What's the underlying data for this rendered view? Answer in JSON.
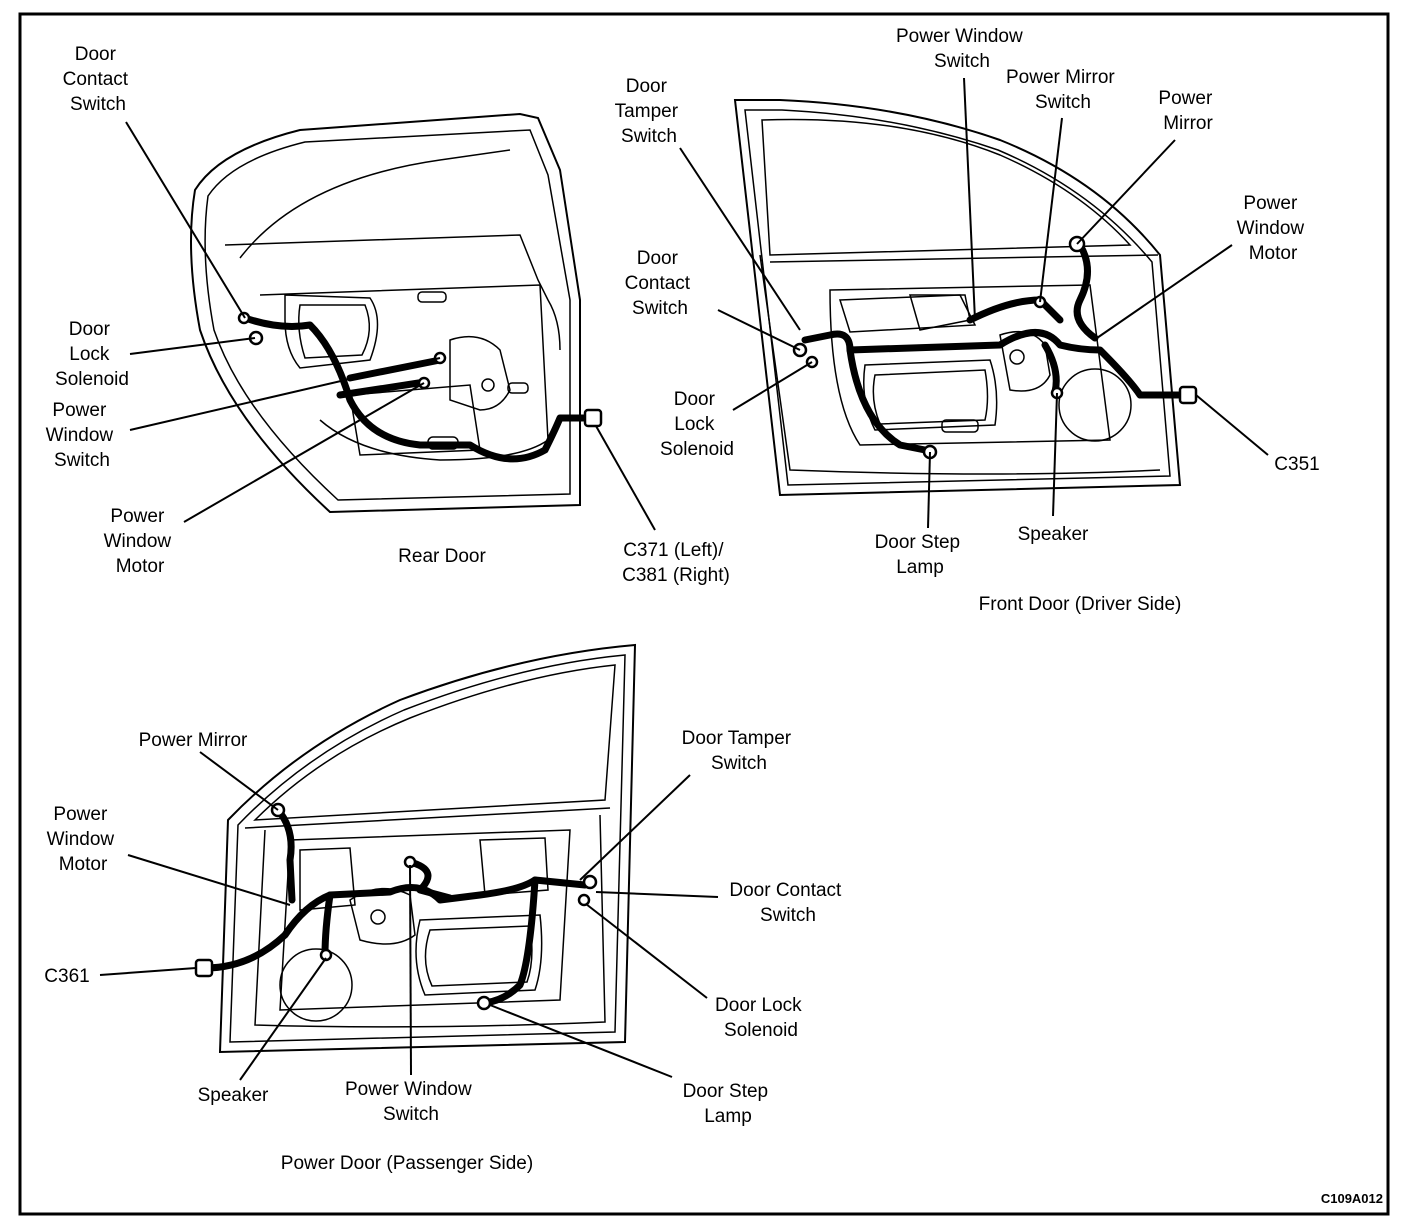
{
  "figure_code": "C109A012",
  "rear_door": {
    "caption": "Rear Door",
    "labels": {
      "door_contact_switch": [
        "Door",
        "Contact",
        "Switch"
      ],
      "door_lock_solenoid": [
        "Door",
        "Lock",
        "Solenoid"
      ],
      "power_window_switch": [
        "Power",
        "Window",
        "Switch"
      ],
      "power_window_motor": [
        "Power",
        "Window",
        "Motor"
      ],
      "connector": [
        "C371 (Left)/",
        "C381 (Right)"
      ]
    }
  },
  "front_door_driver": {
    "caption": "Front Door (Driver Side)",
    "labels": {
      "door_tamper_switch": [
        "Door",
        "Tamper",
        "Switch"
      ],
      "power_window_switch": [
        "Power Window",
        "Switch"
      ],
      "power_mirror_switch": [
        "Power Mirror",
        "Switch"
      ],
      "power_mirror": [
        "Power",
        "Mirror"
      ],
      "power_window_motor": [
        "Power",
        "Window",
        "Motor"
      ],
      "door_contact_switch": [
        "Door",
        "Contact",
        "Switch"
      ],
      "door_lock_solenoid": [
        "Door",
        "Lock",
        "Solenoid"
      ],
      "connector": [
        "C351"
      ],
      "door_step_lamp": [
        "Door Step",
        "Lamp"
      ],
      "speaker": [
        "Speaker"
      ]
    }
  },
  "front_door_passenger": {
    "caption": "Power Door (Passenger Side)",
    "labels": {
      "power_mirror": [
        "Power Mirror"
      ],
      "power_window_motor": [
        "Power",
        "Window",
        "Motor"
      ],
      "connector": [
        "C361"
      ],
      "door_tamper_switch": [
        "Door Tamper",
        "Switch"
      ],
      "door_contact_switch": [
        "Door Contact",
        "Switch"
      ],
      "door_lock_solenoid": [
        "Door Lock",
        "Solenoid"
      ],
      "door_step_lamp": [
        "Door Step",
        "Lamp"
      ],
      "speaker": [
        "Speaker"
      ],
      "power_window_switch": [
        "Power Window",
        "Switch"
      ]
    }
  }
}
